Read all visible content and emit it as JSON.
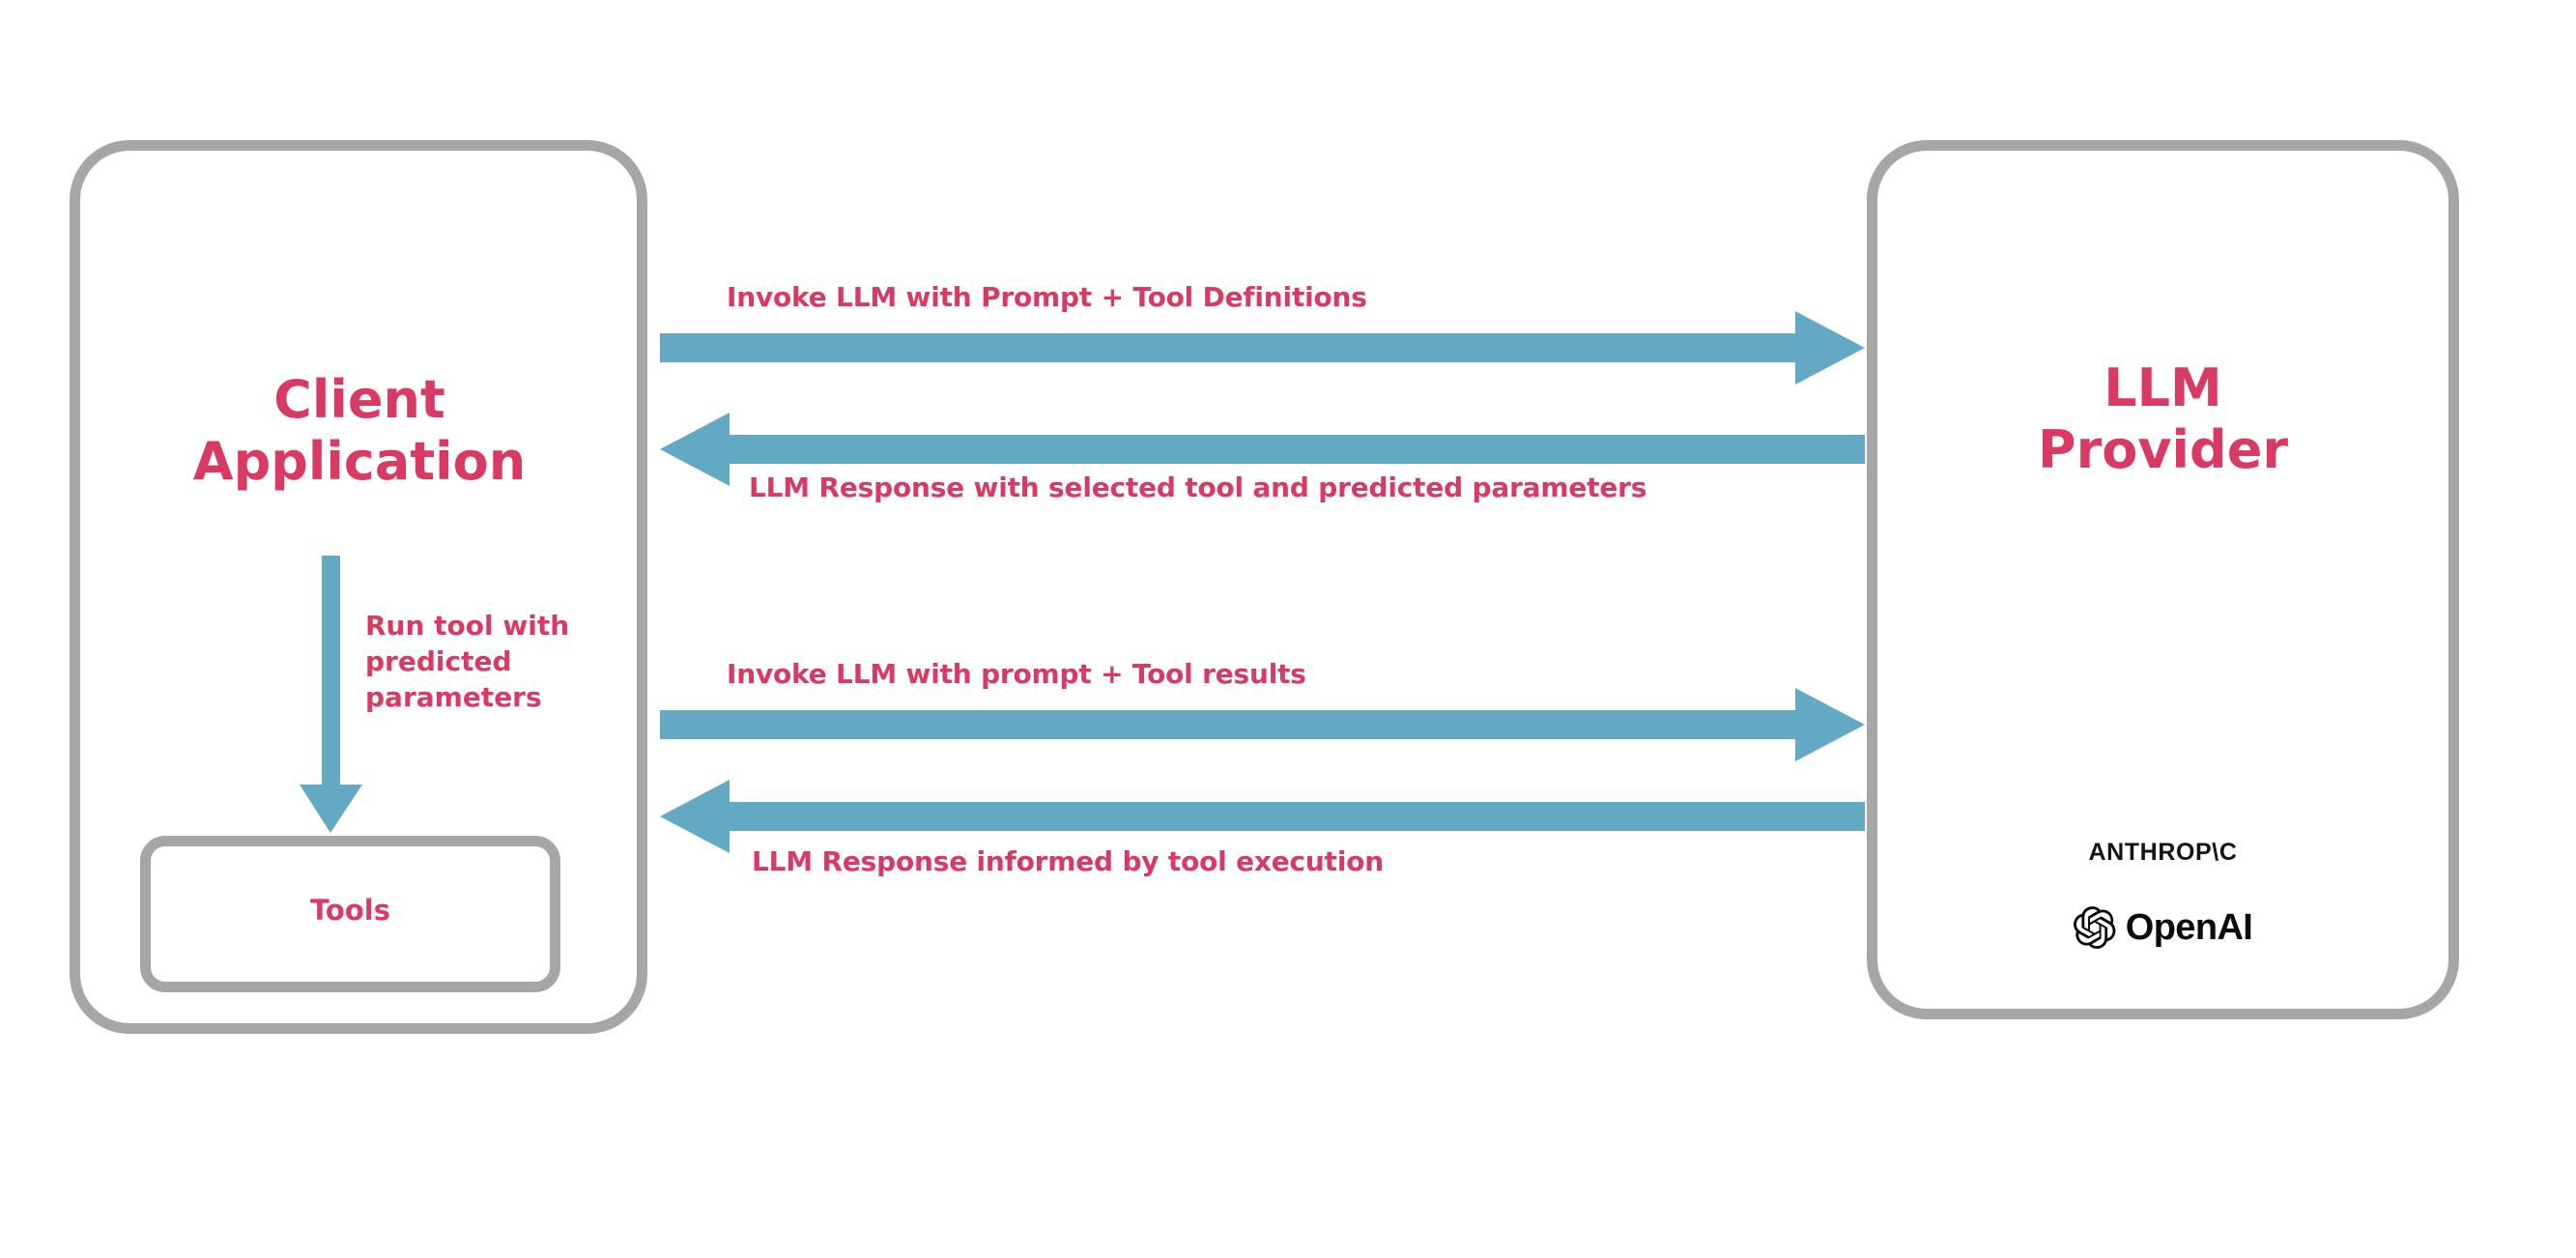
{
  "diagram": {
    "title": "LLM tool-calling sequence between client application and LLM provider",
    "colors": {
      "accent_text": "#d93a63",
      "arrow": "#63a9c4",
      "box_border": "#a6a6a6",
      "background": "#ffffff",
      "logo_text": "#141413"
    }
  },
  "nodes": {
    "client": {
      "title": "Client\nApplication",
      "inner": {
        "tools_label": "Tools"
      }
    },
    "provider": {
      "title": "LLM\nProvider",
      "logos": [
        {
          "name": "anthropic-logo",
          "text": "ANTHROP\\C"
        },
        {
          "name": "openai-logo",
          "text": "OpenAI"
        }
      ]
    }
  },
  "arrows": [
    {
      "id": "invoke-1",
      "label": "Invoke LLM with Prompt + Tool Definitions",
      "direction": "right",
      "from": "client",
      "to": "provider"
    },
    {
      "id": "response-1",
      "label": "LLM Response with selected tool and predicted parameters",
      "direction": "left",
      "from": "provider",
      "to": "client"
    },
    {
      "id": "invoke-2",
      "label": "Invoke LLM with prompt + Tool results",
      "direction": "right",
      "from": "client",
      "to": "provider"
    },
    {
      "id": "response-2",
      "label": "LLM Response informed by tool execution",
      "direction": "left",
      "from": "provider",
      "to": "client"
    },
    {
      "id": "run-tool",
      "label": "Run tool with\npredicted\nparameters",
      "direction": "down",
      "from": "client",
      "to": "tools"
    }
  ]
}
